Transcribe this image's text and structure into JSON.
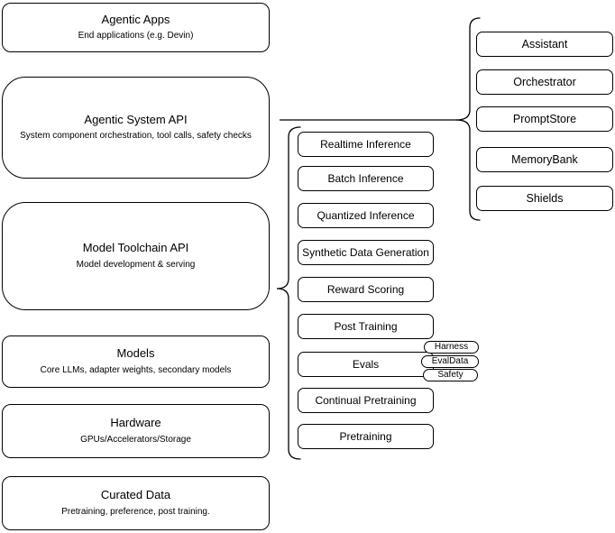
{
  "diagram": {
    "stack": [
      {
        "title": "Agentic Apps",
        "subtitle": "End applications (e.g. Devin)"
      },
      {
        "title": "Agentic System API",
        "subtitle": "System component orchestration, tool calls, safety checks"
      },
      {
        "title": "Model Toolchain API",
        "subtitle": "Model development & serving"
      },
      {
        "title": "Models",
        "subtitle": "Core LLMs, adapter weights, secondary models"
      },
      {
        "title": "Hardware",
        "subtitle": "GPUs/Accelerators/Storage"
      },
      {
        "title": "Curated Data",
        "subtitle": "Pretraining, preference, post training."
      }
    ],
    "toolchain_items": [
      "Realtime Inference",
      "Batch Inference",
      "Quantized Inference",
      "Synthetic Data Generation",
      "Reward Scoring",
      "Post Training",
      "Evals",
      "Continual Pretraining",
      "Pretraining"
    ],
    "eval_tags": [
      "Harness",
      "EvalData",
      "Safety"
    ],
    "system_components": [
      "Assistant",
      "Orchestrator",
      "PromptStore",
      "MemoryBank",
      "Shields"
    ],
    "colors": {
      "stroke": "#000000",
      "fill": "#ffffff",
      "text": "#000000",
      "background": "#ffffff"
    }
  }
}
